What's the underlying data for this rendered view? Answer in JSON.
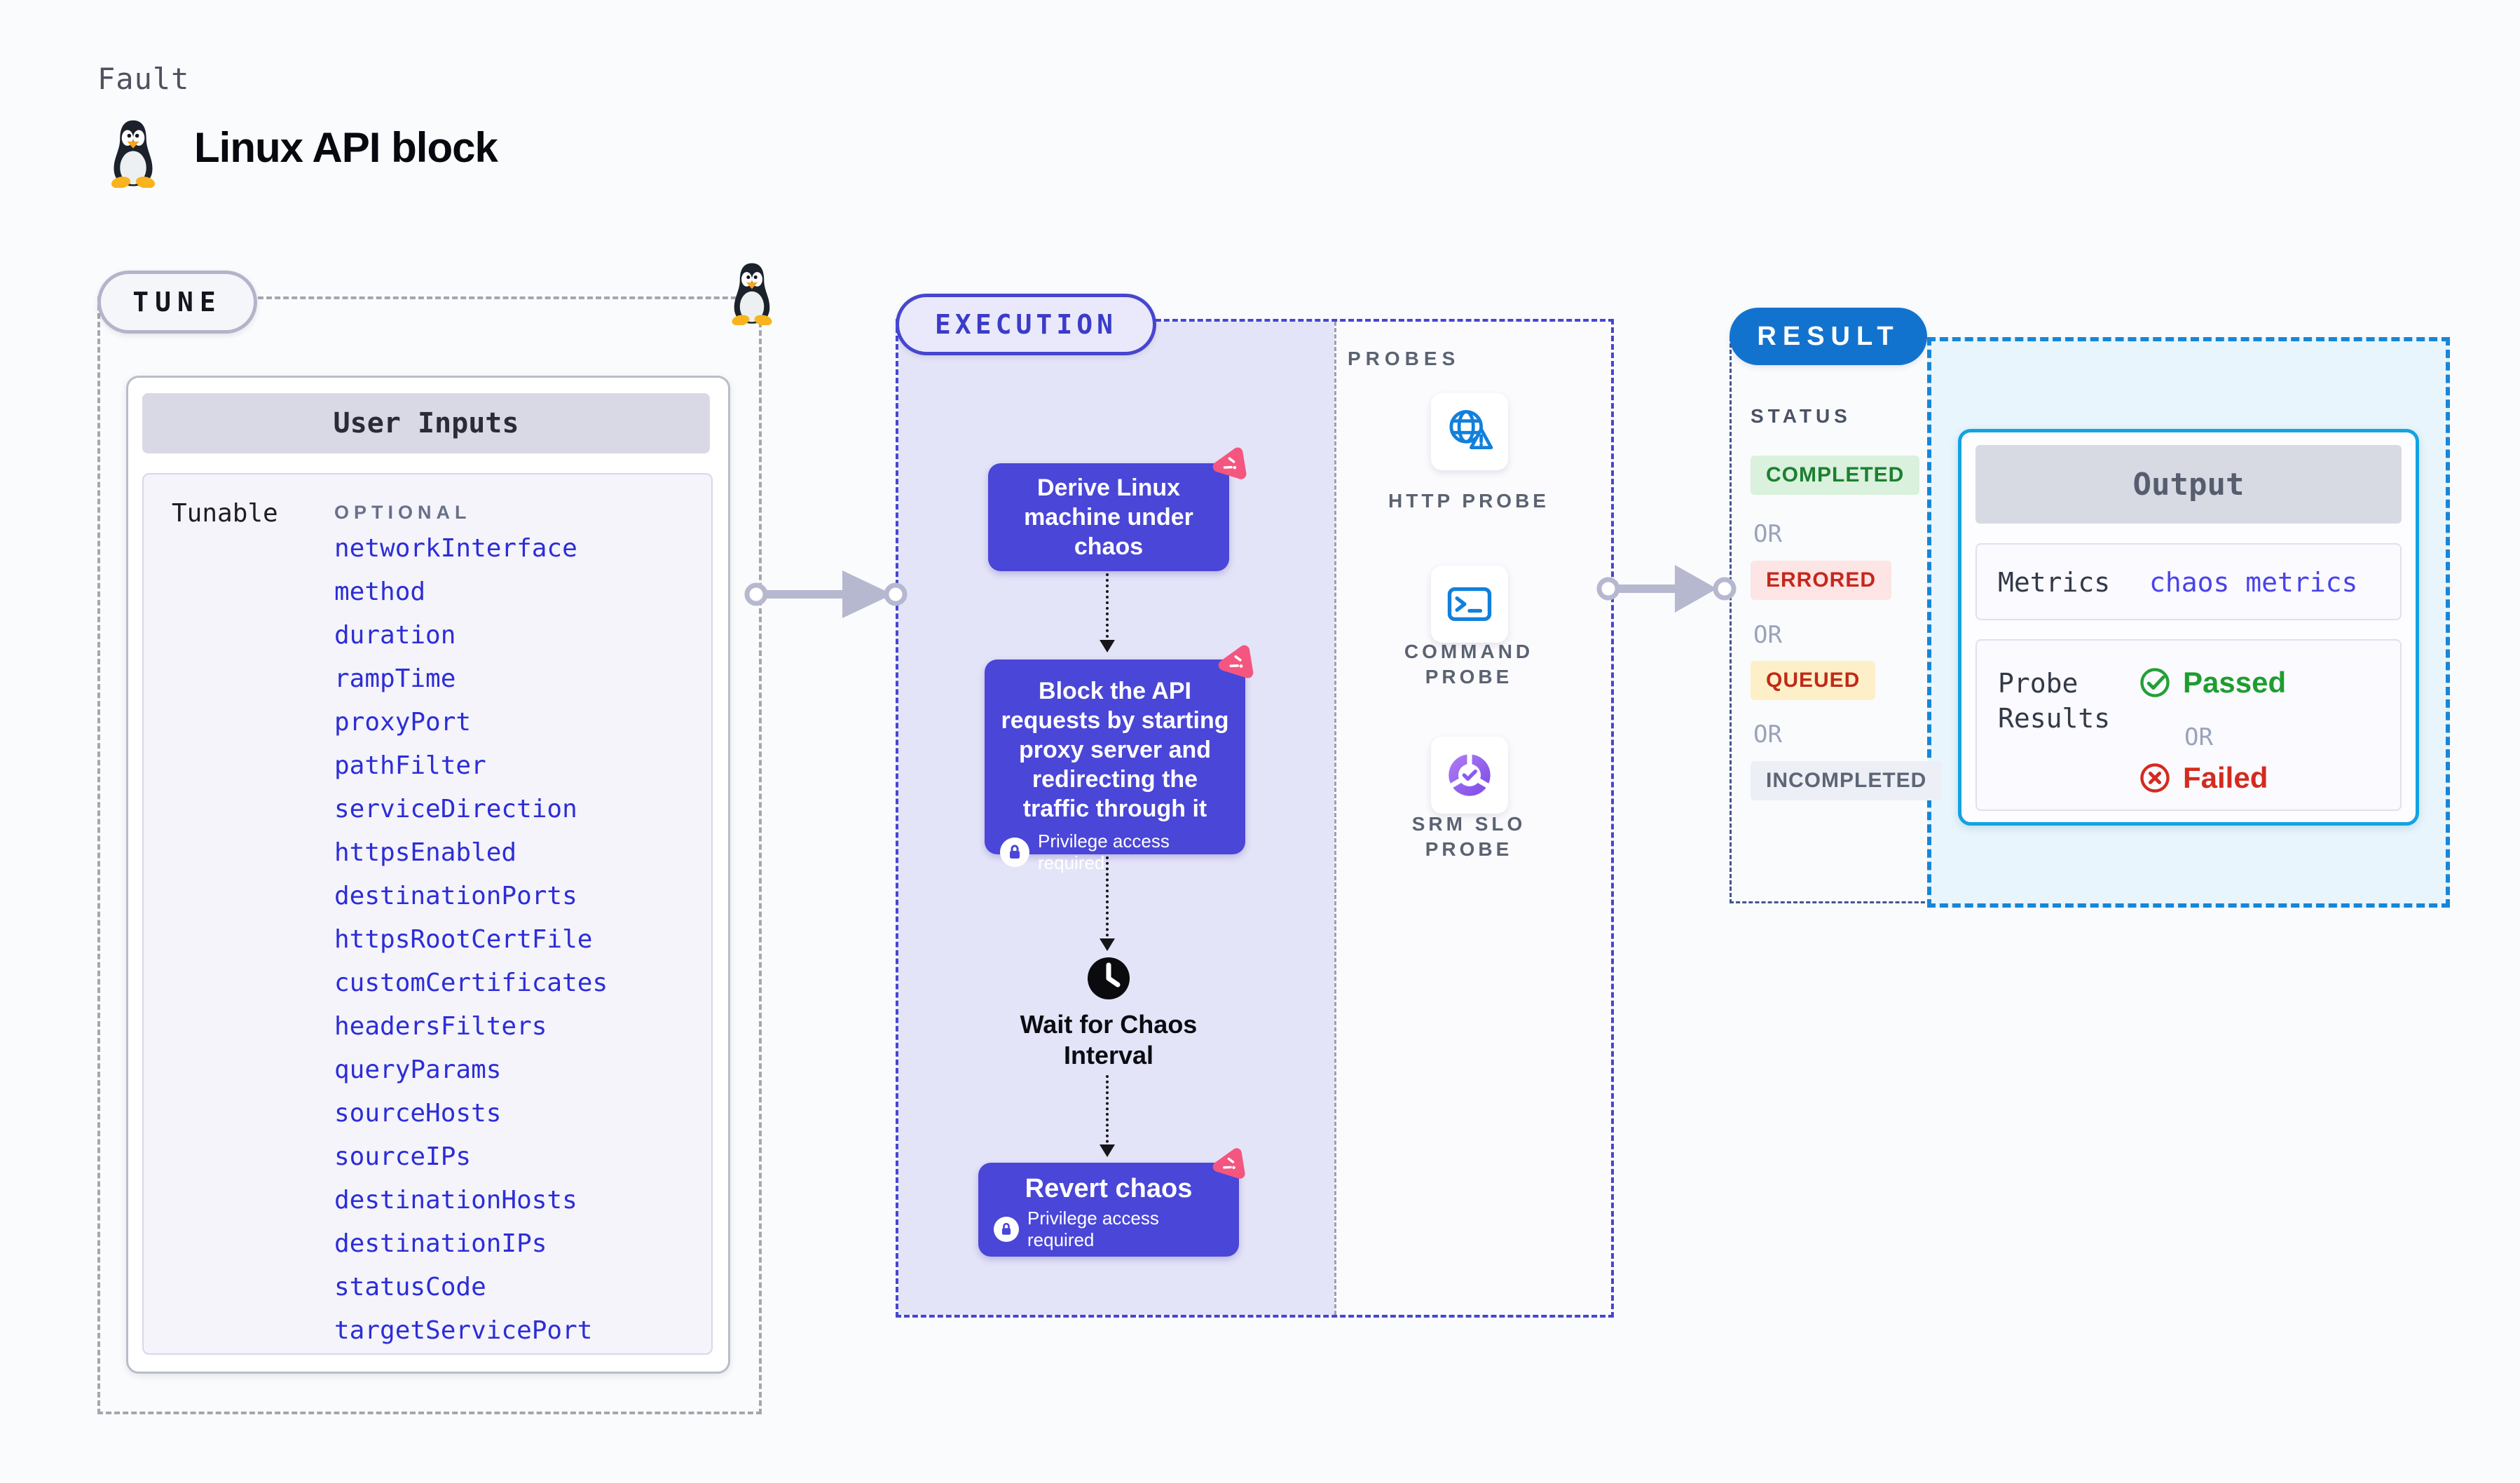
{
  "header": {
    "eyebrow": "Fault",
    "title": "Linux API block"
  },
  "tune": {
    "label": "TUNE",
    "card_title": "User Inputs",
    "row_label": "Tunable",
    "row_tag": "OPTIONAL",
    "params": [
      "networkInterface",
      "method",
      "duration",
      "rampTime",
      "proxyPort",
      "pathFilter",
      "serviceDirection",
      "httpsEnabled",
      "destinationPorts",
      "httpsRootCertFile",
      "customCertificates",
      "headersFilters",
      "queryParams",
      "sourceHosts",
      "sourceIPs",
      "destinationHosts",
      "destinationIPs",
      "statusCode",
      "targetServicePort"
    ]
  },
  "execution": {
    "label": "EXECUTION",
    "step1": "Derive Linux machine under chaos",
    "step2": "Block the API requests by starting proxy server and redirecting the traffic through it",
    "step3": "Revert chaos",
    "privilege_note": "Privilege access required",
    "wait_label": "Wait for Chaos Interval"
  },
  "probes": {
    "label": "PROBES",
    "items": [
      "HTTP PROBE",
      "COMMAND PROBE",
      "SRM SLO PROBE"
    ]
  },
  "result": {
    "label": "RESULT",
    "status_label": "STATUS",
    "or": "OR",
    "statuses": [
      "COMPLETED",
      "ERRORED",
      "QUEUED",
      "INCOMPLETED"
    ],
    "output": {
      "title": "Output",
      "metrics_label": "Metrics",
      "metrics_value": "chaos metrics",
      "probe_results_label": "Probe Results",
      "passed": "Passed",
      "or": "OR",
      "failed": "Failed"
    }
  },
  "colors": {
    "accent_indigo": "#4a46d8",
    "param_blue": "#2d2dd8",
    "chaos_pink": "#f4567f",
    "result_blue": "#1273cf",
    "output_cyan": "#12a3e2",
    "passed_green": "#1f9d2f",
    "failed_red": "#d42a1e",
    "probe_icon_blue": "#1180dc",
    "srm_purple": "#8a5cf0"
  }
}
